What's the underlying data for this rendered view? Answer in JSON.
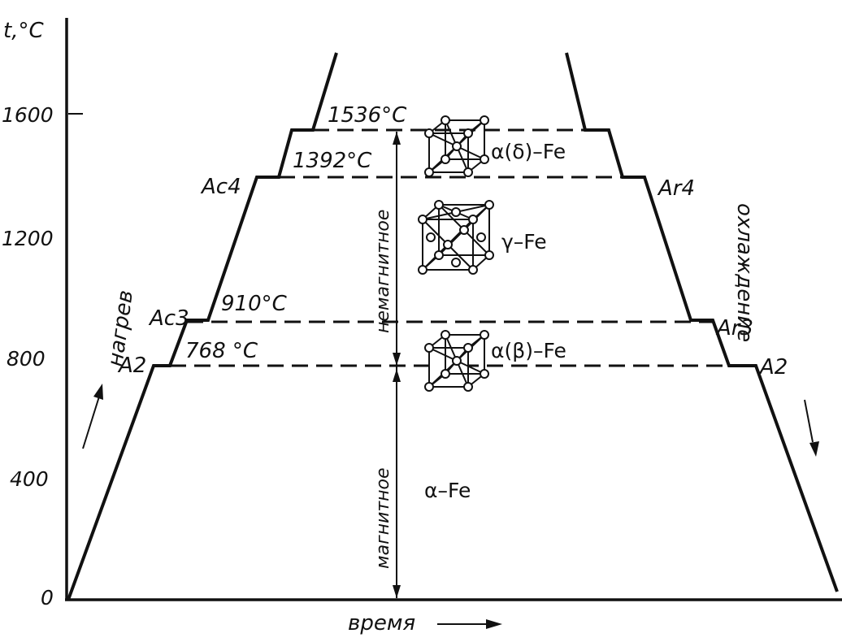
{
  "axes": {
    "y_label": "t,°C",
    "x_label": "время",
    "y_ticks": [
      "1600",
      "1200",
      "800",
      "400",
      "0"
    ]
  },
  "temperatures": {
    "t1536": "1536°C",
    "t1392": "1392°C",
    "t910": "910°C",
    "t768": "768 °C"
  },
  "critical_points": {
    "heating": {
      "Ac4": "Ac4",
      "Ac3": "Ac3",
      "A2": "A2"
    },
    "cooling": {
      "Ar4": "Ar4",
      "Ar3": "Ar3",
      "A2": "A2"
    }
  },
  "phases": {
    "delta": "α(δ)–Fe",
    "gamma": "γ–Fe",
    "beta": "α(β)–Fe",
    "alpha": "α–Fe"
  },
  "regions": {
    "nonmagnetic": "немагнитное",
    "magnetic": "магнитное"
  },
  "process": {
    "heating": "нагрев",
    "cooling": "охлаждение"
  },
  "colors": {
    "ink": "#111111",
    "background": "#ffffff"
  },
  "icons": [
    "bcc-lattice-icon",
    "fcc-lattice-icon",
    "bcc-lattice-icon"
  ]
}
